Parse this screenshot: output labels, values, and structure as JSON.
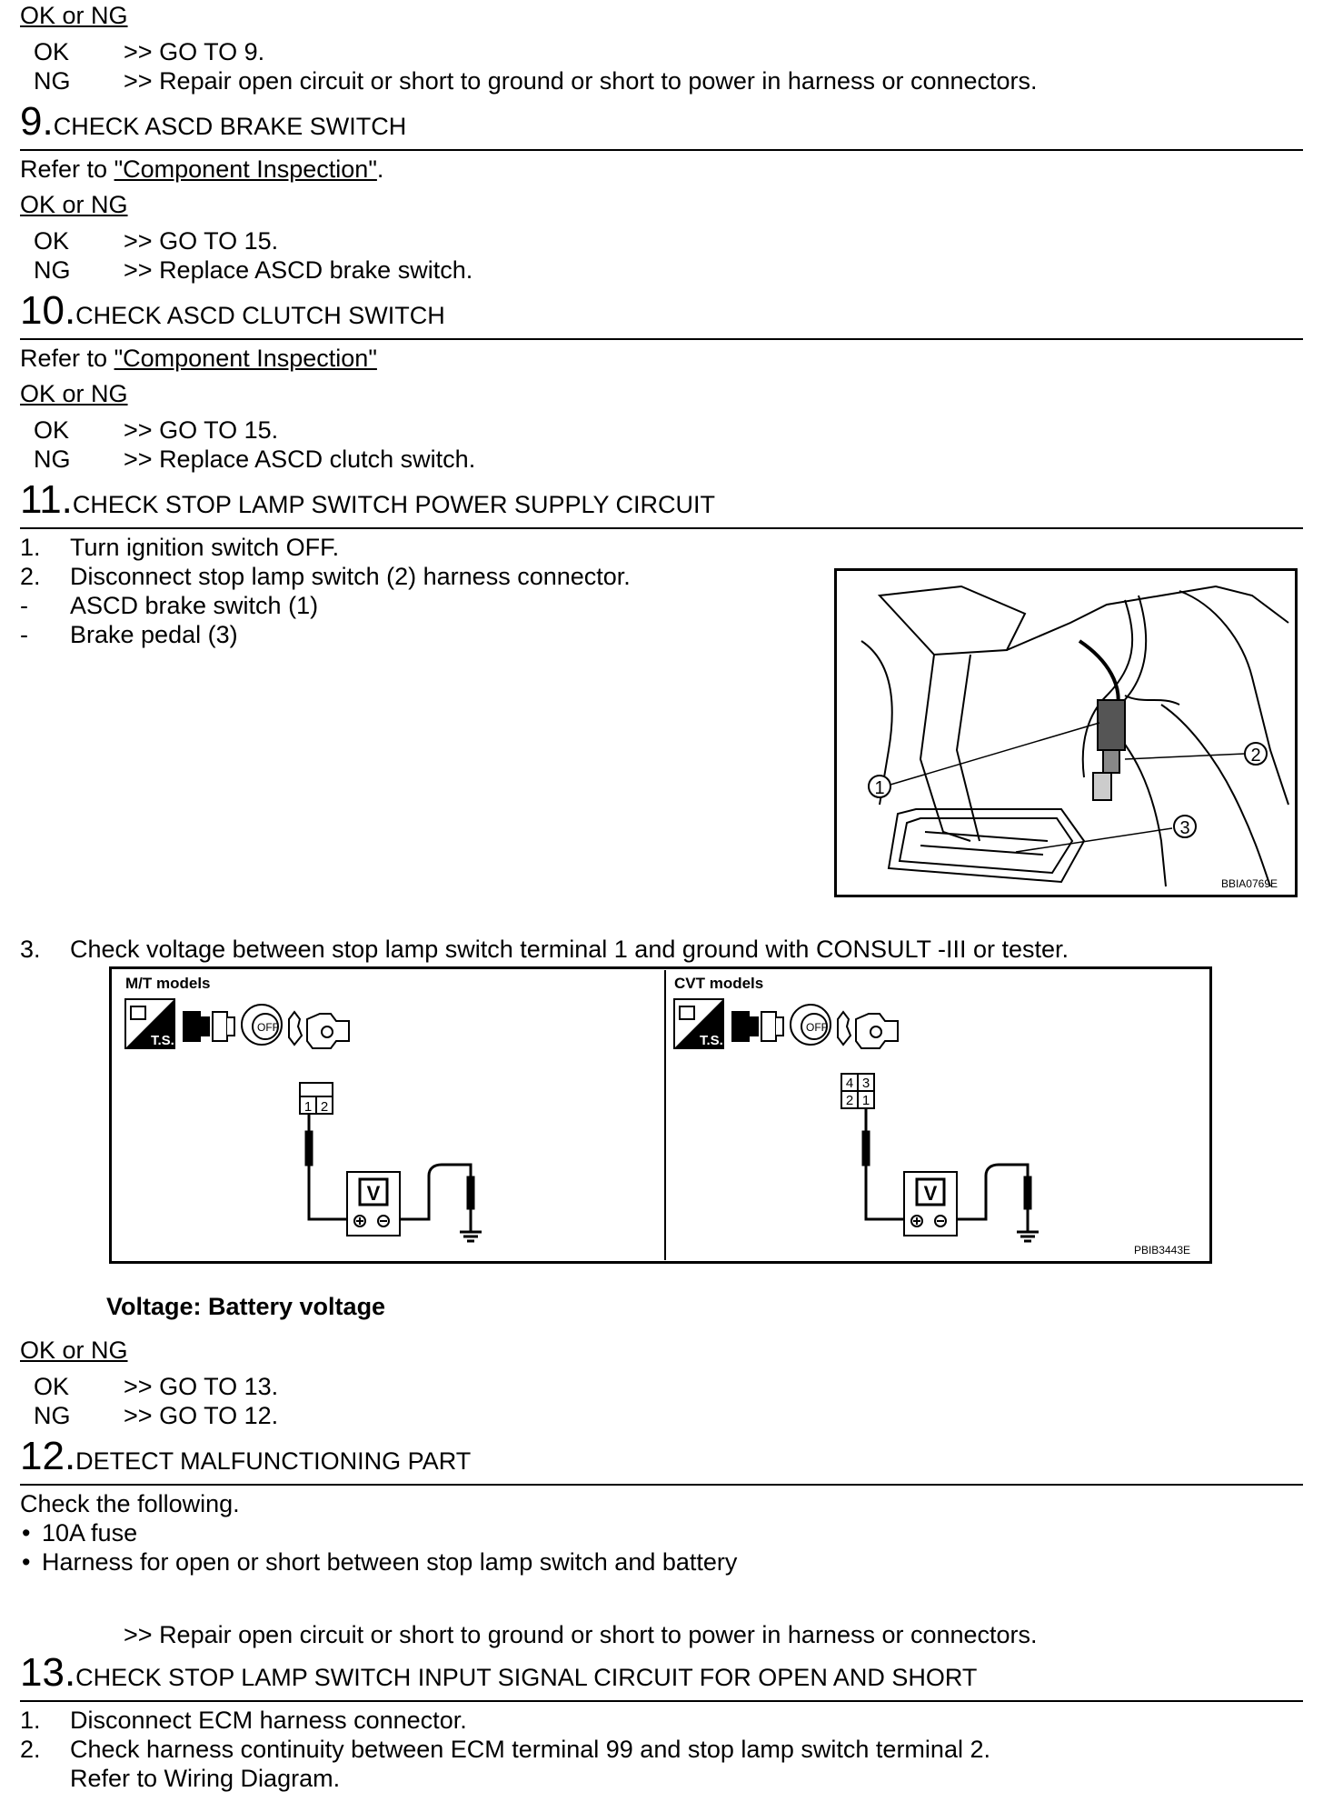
{
  "okng_label": "OK or NG",
  "ok_label": "OK",
  "ng_label": "NG",
  "arrow": ">>",
  "refer_to": "Refer to",
  "component_inspection_link": "\"Component Inspection\"",
  "period": ".",
  "block8": {
    "ok_text": "GO TO 9.",
    "ng_text": "Repair open circuit or short to ground or short to power in harness or connectors."
  },
  "step9": {
    "number": "9.",
    "title": "CHECK ASCD BRAKE SWITCH",
    "ok_text": "GO TO 15.",
    "ng_text": "Replace ASCD brake switch."
  },
  "step10": {
    "number": "10.",
    "title": "CHECK ASCD CLUTCH SWITCH",
    "ok_text": "GO TO 15.",
    "ng_text": "Replace ASCD clutch switch."
  },
  "step11": {
    "number": "11.",
    "title": "CHECK STOP LAMP SWITCH POWER SUPPLY CIRCUIT",
    "items": [
      {
        "marker": "1.",
        "text": "Turn ignition switch OFF."
      },
      {
        "marker": "2.",
        "text": "Disconnect stop lamp switch (2) harness connector."
      },
      {
        "marker": "-",
        "text": "ASCD brake switch (1)"
      },
      {
        "marker": "-",
        "text": "Brake pedal (3)"
      }
    ],
    "photo": {
      "code": "BBIA0769E",
      "callouts": [
        "1",
        "2",
        "3"
      ]
    },
    "item3": {
      "marker": "3.",
      "text": "Check voltage between stop lamp switch terminal 1 and ground with CONSULT -III or tester."
    },
    "diagram": {
      "code": "PBIB3443E",
      "left_title": "M/T models",
      "right_title": "CVT models",
      "ts_label": "T.S.",
      "off_label": "OFF",
      "meter_label": "V",
      "left_terminals": [
        "1",
        "2"
      ],
      "right_terminals": [
        "4",
        "3",
        "2",
        "1"
      ]
    },
    "spec": "Voltage: Battery voltage",
    "ok_text": "GO TO 13.",
    "ng_text": "GO TO 12."
  },
  "step12": {
    "number": "12.",
    "title": "DETECT MALFUNCTIONING PART",
    "intro": "Check the following.",
    "bullet_marker": "•",
    "bullets": [
      "10A fuse",
      "Harness for open or short between stop lamp switch and battery"
    ],
    "result": "Repair open circuit or short to ground or short to power in harness or connectors."
  },
  "step13": {
    "number": "13.",
    "title": "CHECK STOP LAMP SWITCH INPUT SIGNAL CIRCUIT FOR OPEN AND SHORT",
    "items": [
      {
        "marker": "1.",
        "text": "Disconnect ECM harness connector."
      },
      {
        "marker": "2.",
        "text": "Check harness continuity between ECM terminal 99 and stop lamp switch terminal 2."
      }
    ],
    "note": "Refer to Wiring Diagram."
  }
}
